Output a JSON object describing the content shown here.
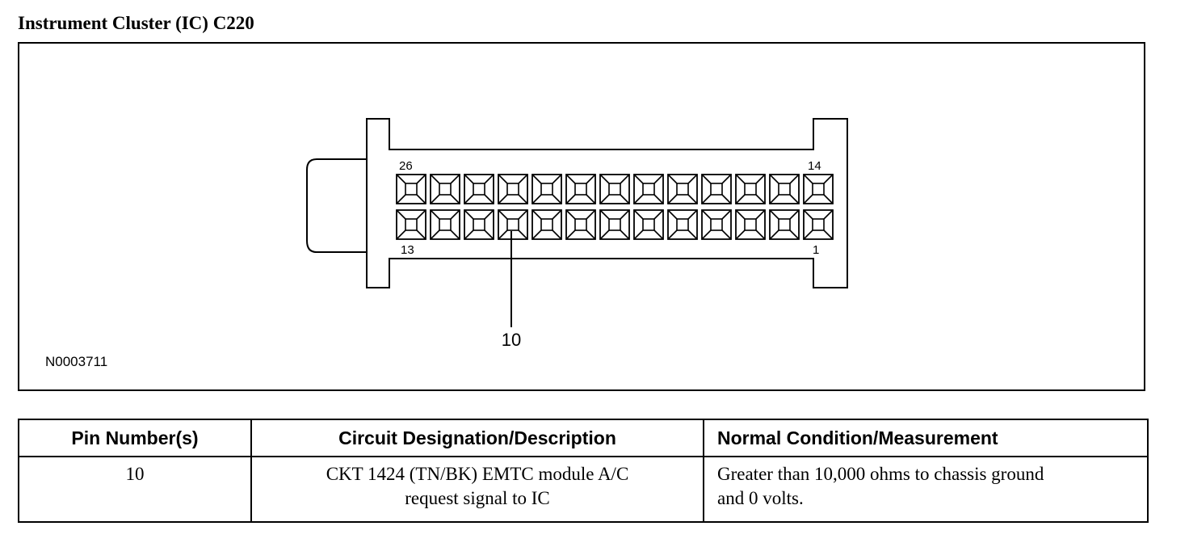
{
  "title": "Instrument Cluster (IC) C220",
  "figure": {
    "pin_labels": {
      "top_left": "26",
      "top_right": "14",
      "bottom_left": "13",
      "bottom_right": "1"
    },
    "callout_pin": "10",
    "figure_id": "N0003711"
  },
  "table": {
    "headers": [
      "Pin Number(s)",
      "Circuit Designation/Description",
      "Normal Condition/Measurement"
    ],
    "rows": [
      {
        "pin": "10",
        "description_lines": [
          "CKT 1424 (TN/BK) EMTC module A/C",
          "request signal to IC"
        ],
        "condition_lines": [
          "Greater than 10,000 ohms to chassis ground",
          "and 0 volts."
        ]
      }
    ]
  }
}
